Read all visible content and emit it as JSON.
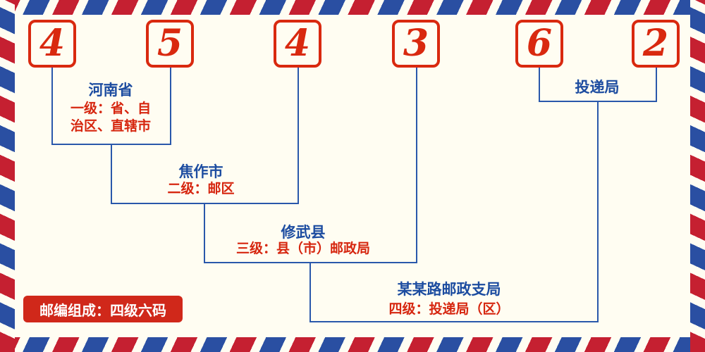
{
  "postal_code": {
    "digits": [
      "4",
      "5",
      "4",
      "3",
      "6",
      "2"
    ]
  },
  "levels": [
    {
      "name": "河南省",
      "desc_line1": "一级：省、自",
      "desc_line2": "治区、直辖市"
    },
    {
      "name": "焦作市",
      "desc_line1": "二级：邮区"
    },
    {
      "name": "修武县",
      "desc_line1": "三级：县（市）邮政局"
    },
    {
      "name": "某某路邮政支局",
      "desc_line1": "四级：投递局（区）"
    },
    {
      "name": "投递局"
    }
  ],
  "footer": {
    "composition_label": "邮编组成：四级六码"
  },
  "colors": {
    "digit_red": "#d9290f",
    "line_blue": "#2a58ab",
    "label_blue": "#1c4ca0",
    "desc_red": "#d6260f",
    "badge_red": "#d0281a",
    "stripe_red": "#c52031",
    "stripe_blue": "#2a4fa2",
    "background": "#fffdf2"
  }
}
